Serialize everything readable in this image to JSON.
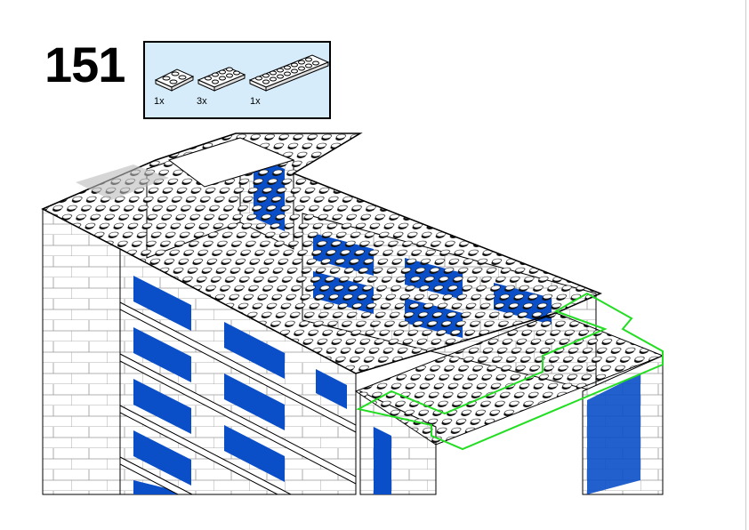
{
  "step_number": "151",
  "parts_list": [
    {
      "name": "plate-2x2",
      "quantity": "1x"
    },
    {
      "name": "plate-2x4",
      "quantity": "3x"
    },
    {
      "name": "plate-2x8",
      "quantity": "1x"
    }
  ],
  "colors": {
    "brick_white": "#ffffff",
    "window_blue": "#0a4fc8",
    "highlight_green": "#22dd22",
    "parts_bg": "#d6ecfb",
    "new_part_grey": "#bbbbbb"
  }
}
